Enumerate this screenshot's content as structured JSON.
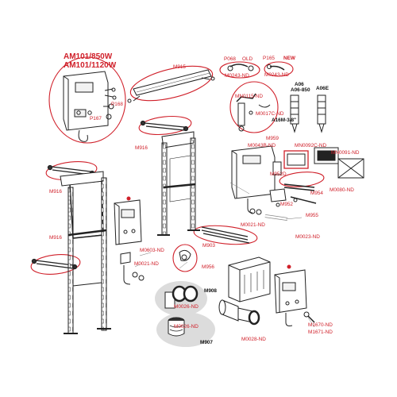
{
  "colors": {
    "accent": "#d0202a",
    "outline": "#222222",
    "shade": "#d8d8d8"
  },
  "title_lines": [
    "AM101/850W",
    "AM101/1120W"
  ],
  "labels": {
    "p168": "P168",
    "p167": "P167",
    "m915": "M915",
    "p068": "P068",
    "old": "OLD",
    "m0243a": "M0243-ND",
    "p165": "P165",
    "new": "NEW",
    "m0243b": "M0243-ND",
    "mn0115": "MN0115-ND",
    "m0017c": "M0017C-ND",
    "a06": "A06",
    "a06850": "A06-850",
    "a06e": "A06E",
    "a16m": "A16M-3/8\"",
    "m916a": "M916",
    "m916b": "M916",
    "m916c": "M916",
    "m959": "M959",
    "m0043b": "M0043B-ND",
    "mn0092c": "MN0092C-ND",
    "mn0091": "MN0091-ND",
    "m952d": "M952D",
    "m0080": "M0080-ND",
    "m954": "M954",
    "m952": "M952",
    "m955": "M955",
    "m0021a": "M0021-ND",
    "m0023": "M0023-ND",
    "m0603": "M0603-ND",
    "m0021b": "M0021-ND",
    "m903": "M903",
    "m956": "M956",
    "m908": "M908",
    "m0026a": "M0026-ND",
    "m0026b": "M0026-ND",
    "m907": "M907",
    "m0028": "M0028-ND",
    "m1670": "M1670-ND",
    "m1671": "M1671-ND"
  }
}
